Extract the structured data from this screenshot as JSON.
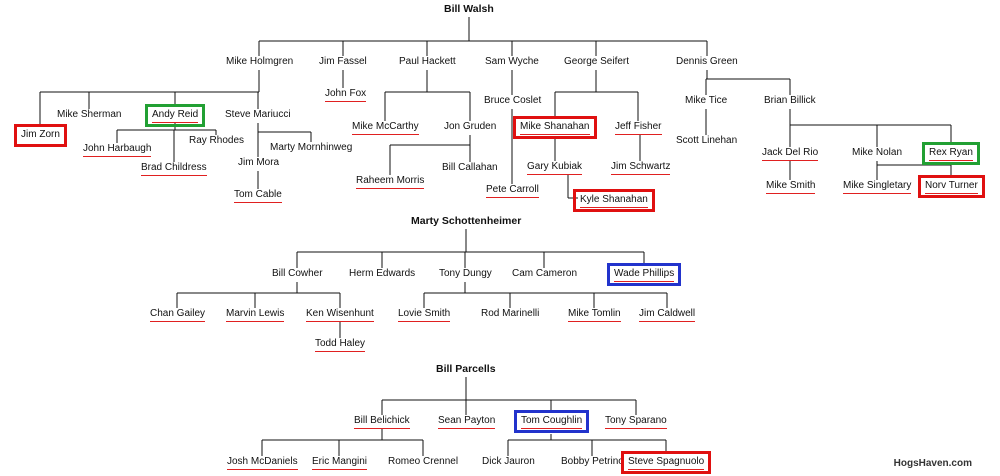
{
  "colors": {
    "red": "#e01010",
    "green": "#22a033",
    "blue": "#2233cc",
    "line": "#111111",
    "underline": "#e02020"
  },
  "credit": "HogsHaven.com",
  "nodes": [
    {
      "id": "bill-walsh",
      "label": "Bill Walsh",
      "root": true
    },
    {
      "id": "mike-holmgren",
      "label": "Mike Holmgren"
    },
    {
      "id": "jim-fassel",
      "label": "Jim Fassel"
    },
    {
      "id": "paul-hackett",
      "label": "Paul Hackett"
    },
    {
      "id": "sam-wyche",
      "label": "Sam Wyche"
    },
    {
      "id": "george-seifert",
      "label": "George Seifert"
    },
    {
      "id": "dennis-green",
      "label": "Dennis Green"
    },
    {
      "id": "mike-sherman",
      "label": "Mike Sherman"
    },
    {
      "id": "andy-reid",
      "label": "Andy Reid",
      "ul": true,
      "box": "green"
    },
    {
      "id": "steve-mariucci",
      "label": "Steve Mariucci"
    },
    {
      "id": "jim-zorn",
      "label": "Jim Zorn",
      "box": "red"
    },
    {
      "id": "john-harbaugh",
      "label": "John Harbaugh",
      "ul": true
    },
    {
      "id": "brad-childress",
      "label": "Brad Childress",
      "ul": true
    },
    {
      "id": "ray-rhodes",
      "label": "Ray Rhodes"
    },
    {
      "id": "marty-mornhinweg",
      "label": "Marty Mornhinweg"
    },
    {
      "id": "jim-mora",
      "label": "Jim Mora"
    },
    {
      "id": "tom-cable",
      "label": "Tom Cable",
      "ul": true
    },
    {
      "id": "john-fox",
      "label": "John Fox",
      "ul": true
    },
    {
      "id": "mike-mccarthy",
      "label": "Mike McCarthy",
      "ul": true
    },
    {
      "id": "jon-gruden",
      "label": "Jon Gruden"
    },
    {
      "id": "raheem-morris",
      "label": "Raheem Morris",
      "ul": true
    },
    {
      "id": "bill-callahan",
      "label": "Bill Callahan"
    },
    {
      "id": "bruce-coslet",
      "label": "Bruce Coslet"
    },
    {
      "id": "pete-carroll",
      "label": "Pete Carroll",
      "ul": true
    },
    {
      "id": "mike-shanahan",
      "label": "Mike Shanahan",
      "ul": true,
      "box": "red"
    },
    {
      "id": "jeff-fisher",
      "label": "Jeff Fisher",
      "ul": true
    },
    {
      "id": "gary-kubiak",
      "label": "Gary Kubiak",
      "ul": true
    },
    {
      "id": "kyle-shanahan",
      "label": "Kyle Shanahan",
      "ul": true,
      "box": "red"
    },
    {
      "id": "jim-schwartz",
      "label": "Jim Schwartz",
      "ul": true
    },
    {
      "id": "mike-tice",
      "label": "Mike Tice"
    },
    {
      "id": "scott-linehan",
      "label": "Scott Linehan"
    },
    {
      "id": "brian-billick",
      "label": "Brian Billick"
    },
    {
      "id": "jack-del-rio",
      "label": "Jack Del Rio",
      "ul": true
    },
    {
      "id": "mike-smith",
      "label": "Mike Smith",
      "ul": true
    },
    {
      "id": "mike-nolan",
      "label": "Mike Nolan"
    },
    {
      "id": "mike-singletary",
      "label": "Mike Singletary",
      "ul": true
    },
    {
      "id": "rex-ryan",
      "label": "Rex Ryan",
      "ul": true,
      "box": "green"
    },
    {
      "id": "norv-turner",
      "label": "Norv Turner",
      "ul": true,
      "box": "red"
    },
    {
      "id": "marty-schottenheimer",
      "label": "Marty Schottenheimer",
      "root": true
    },
    {
      "id": "bill-cowher",
      "label": "Bill Cowher"
    },
    {
      "id": "herm-edwards",
      "label": "Herm Edwards"
    },
    {
      "id": "tony-dungy",
      "label": "Tony Dungy"
    },
    {
      "id": "cam-cameron",
      "label": "Cam Cameron"
    },
    {
      "id": "wade-phillips",
      "label": "Wade Phillips",
      "ul": true,
      "box": "blue"
    },
    {
      "id": "chan-gailey",
      "label": "Chan Gailey",
      "ul": true
    },
    {
      "id": "marvin-lewis",
      "label": "Marvin Lewis",
      "ul": true
    },
    {
      "id": "ken-wisenhunt",
      "label": "Ken Wisenhunt",
      "ul": true
    },
    {
      "id": "todd-haley",
      "label": "Todd Haley",
      "ul": true
    },
    {
      "id": "lovie-smith",
      "label": "Lovie Smith",
      "ul": true
    },
    {
      "id": "rod-marinelli",
      "label": "Rod Marinelli"
    },
    {
      "id": "mike-tomlin",
      "label": "Mike Tomlin",
      "ul": true
    },
    {
      "id": "jim-caldwell",
      "label": "Jim Caldwell",
      "ul": true
    },
    {
      "id": "bill-parcells",
      "label": "Bill Parcells",
      "root": true
    },
    {
      "id": "bill-belichick",
      "label": "Bill Belichick",
      "ul": true
    },
    {
      "id": "sean-payton",
      "label": "Sean Payton",
      "ul": true
    },
    {
      "id": "tom-coughlin",
      "label": "Tom Coughlin",
      "ul": true,
      "box": "blue"
    },
    {
      "id": "tony-sparano",
      "label": "Tony Sparano",
      "ul": true
    },
    {
      "id": "josh-mcdaniels",
      "label": "Josh McDaniels",
      "ul": true
    },
    {
      "id": "eric-mangini",
      "label": "Eric Mangini",
      "ul": true
    },
    {
      "id": "romeo-crennel",
      "label": "Romeo Crennel"
    },
    {
      "id": "dick-jauron",
      "label": "Dick Jauron"
    },
    {
      "id": "bobby-petrino",
      "label": "Bobby Petrino"
    },
    {
      "id": "steve-spagnuolo",
      "label": "Steve Spagnuolo",
      "ul": true,
      "box": "red"
    }
  ]
}
